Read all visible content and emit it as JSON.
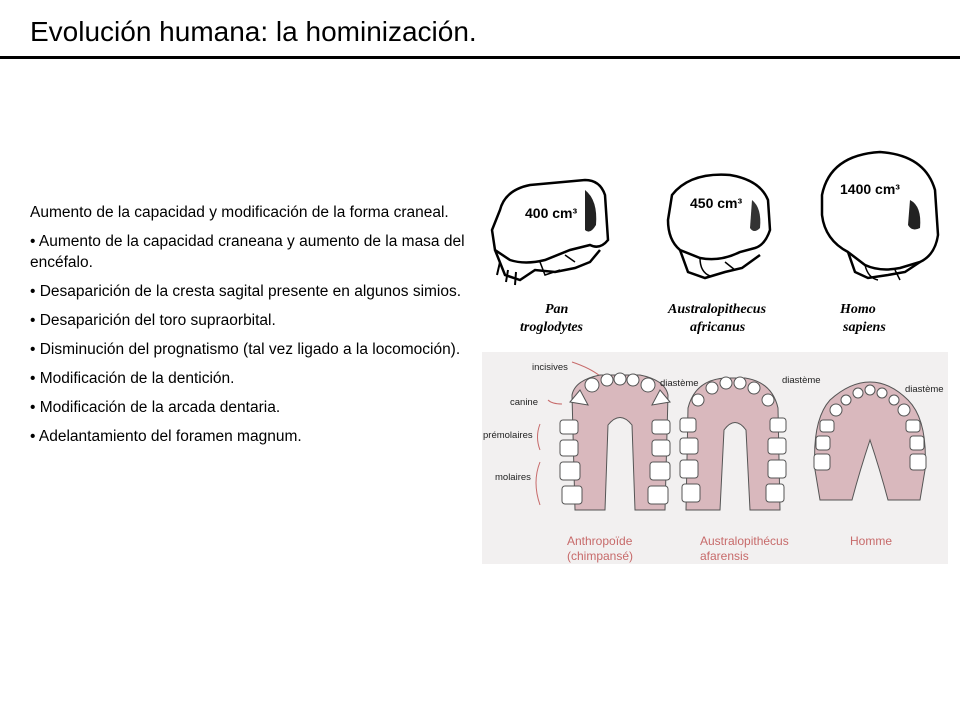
{
  "title": "Evolución humana: la hominización.",
  "intro": "Aumento de la capacidad y modificación de la forma craneal.",
  "bullets": [
    "• Aumento de la capacidad craneana y aumento de la masa del encéfalo.",
    "• Desaparición de la cresta sagital presente en algunos simios.",
    "• Desaparición del toro supraorbital.",
    "• Disminución del prognatismo (tal vez ligado a la locomoción).",
    "• Modificación de la dentición.",
    "• Modificación de la arcada dentaria.",
    "• Adelantamiento del foramen magnum."
  ],
  "skulls": {
    "pan": {
      "volume": "400 cm³",
      "name1": "Pan",
      "name2": "troglodytes"
    },
    "australopithecus": {
      "volume": "450 cm³",
      "name1": "Australopithecus",
      "name2": "africanus"
    },
    "homo": {
      "volume": "1400 cm³",
      "name1": "Homo",
      "name2": "sapiens"
    }
  },
  "dentition": {
    "labels": [
      "incisives",
      "canine",
      "prémolaires",
      "molaires"
    ],
    "diastema": "diastème",
    "captions": {
      "anthropoid1": "Anthropoïde",
      "anthropoid2": "(chimpansé)",
      "australo1": "Australopithécus",
      "australo2": "afarensis",
      "homme": "Homme"
    },
    "colors": {
      "palate": "#d9b8bd",
      "caption": "#c76a6a",
      "background": "#f2f0f0"
    }
  }
}
